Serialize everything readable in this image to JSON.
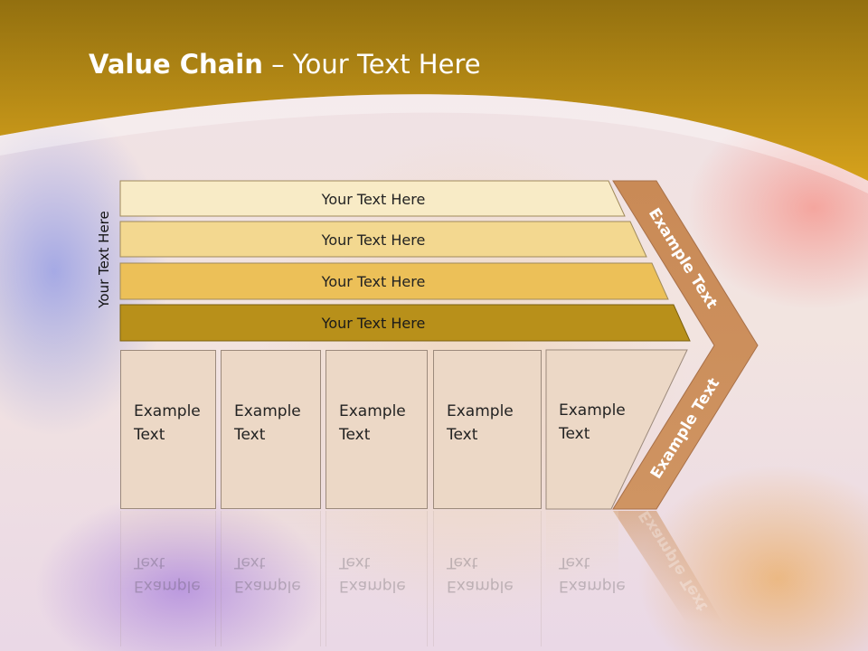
{
  "slide": {
    "title_bold": "Value Chain",
    "title_rest": " – Your Text Here",
    "vertical_label": "Your Text Here",
    "rows": [
      {
        "label": "Your Text Here",
        "color": "#f8ebc6"
      },
      {
        "label": "Your Text Here",
        "color": "#f3d890"
      },
      {
        "label": "Your Text Here",
        "color": "#ecc058"
      },
      {
        "label": "Your Text Here",
        "color": "#b8901a"
      }
    ],
    "cards": [
      {
        "line1": "Example",
        "line2": "Text"
      },
      {
        "line1": "Example",
        "line2": "Text"
      },
      {
        "line1": "Example",
        "line2": "Text"
      },
      {
        "line1": "Example",
        "line2": "Text"
      },
      {
        "line1": "Example",
        "line2": "Text"
      }
    ],
    "chevron": {
      "upper_text": "Example Text",
      "lower_text": "Example Text",
      "color": "#cc8f5c"
    },
    "colors": {
      "header_top": "#9a720c",
      "header_bottom": "#d4a017"
    }
  }
}
